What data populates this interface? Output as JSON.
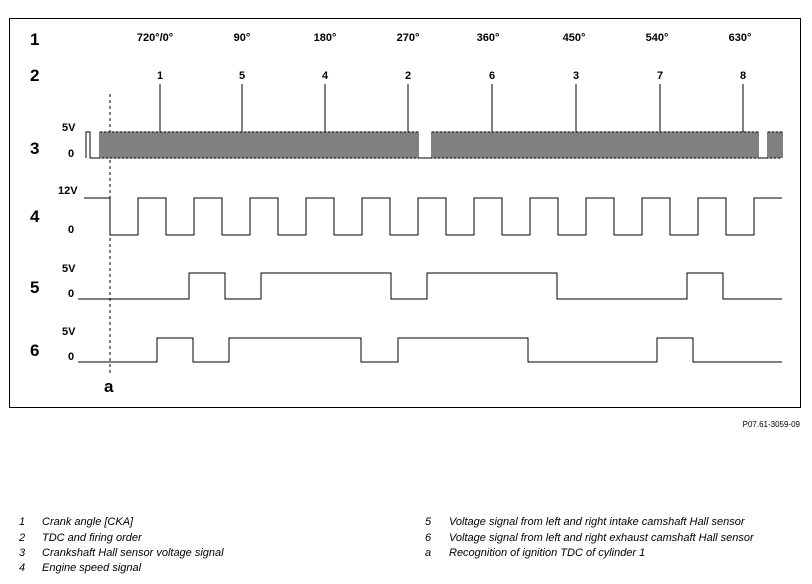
{
  "row_numbers": [
    "1",
    "2",
    "3",
    "4",
    "5",
    "6"
  ],
  "crank_angles": [
    "720°/0°",
    "90°",
    "180°",
    "270°",
    "360°",
    "450°",
    "540°",
    "630°"
  ],
  "firing_order": [
    "1",
    "5",
    "4",
    "2",
    "6",
    "3",
    "7",
    "8"
  ],
  "voltage_labels": {
    "row3_high": "5V",
    "row3_low": "0",
    "row4_high": "12V",
    "row4_low": "0",
    "row5_high": "5V",
    "row5_low": "0",
    "row6_high": "5V",
    "row6_low": "0"
  },
  "marker_label": "a",
  "reference_code": "P07.61-3059-09",
  "legend": [
    {
      "num": "1",
      "text": "Crank angle [CKA]"
    },
    {
      "num": "2",
      "text": "TDC and firing order"
    },
    {
      "num": "3",
      "text": "Crankshaft Hall sensor voltage signal"
    },
    {
      "num": "4",
      "text": "Engine speed signal"
    },
    {
      "num": "5",
      "text": "Voltage signal from left and right intake camshaft Hall sensor"
    },
    {
      "num": "6",
      "text": "Voltage signal from left and right exhaust camshaft Hall sensor"
    },
    {
      "num": "a",
      "text": "Recognition of ignition TDC of cylinder 1"
    }
  ]
}
